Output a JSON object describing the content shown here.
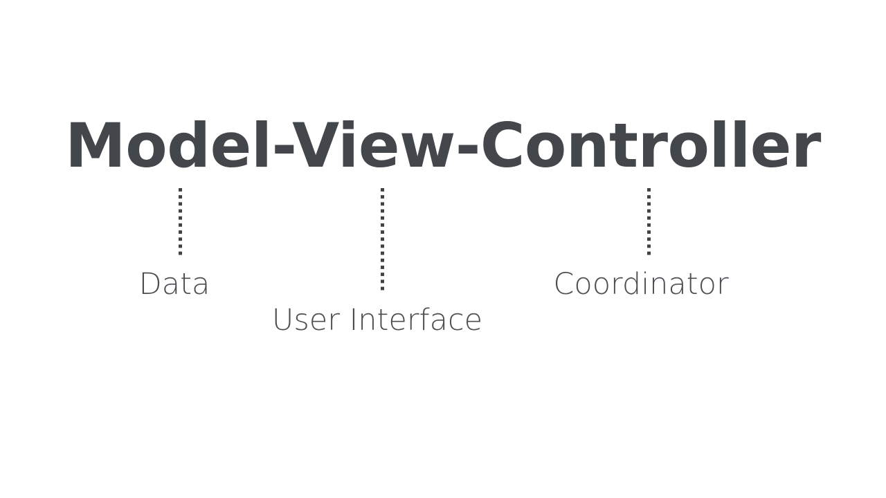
{
  "slide": {
    "background_color": "#ffffff",
    "title": "Model-View-Controller",
    "title_color": "#43474b",
    "label_color": "#4a4d51",
    "connector_color": "#3f4246"
  },
  "diagram": {
    "parts": [
      {
        "term": "Model",
        "label": "Data",
        "connector_name": "connector-model",
        "connector_style": "dotted-vertical"
      },
      {
        "term": "View",
        "label": "User Interface",
        "connector_name": "connector-view",
        "connector_style": "dotted-vertical"
      },
      {
        "term": "Controller",
        "label": "Coordinator",
        "connector_name": "connector-controller",
        "connector_style": "dotted-vertical"
      }
    ]
  }
}
